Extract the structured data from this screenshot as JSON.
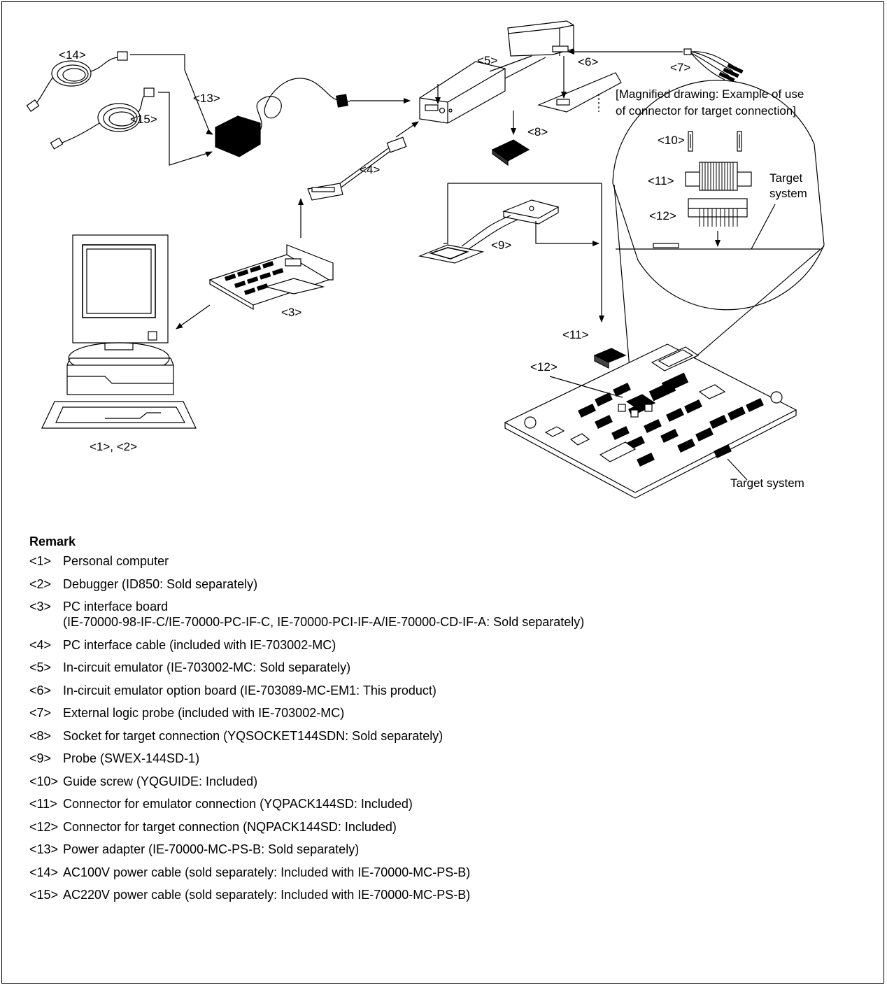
{
  "diagram": {
    "labels": {
      "l1_2": "<1>, <2>",
      "l3": "<3>",
      "l4": "<4>",
      "l5": "<5>",
      "l6": "<6>",
      "l7": "<7>",
      "l8": "<8>",
      "l9": "<9>",
      "l10": "<10>",
      "l11a": "<11>",
      "l12a": "<12>",
      "l11b": "<11>",
      "l12b": "<12>",
      "l13": "<13>",
      "l14": "<14>",
      "l15": "<15>"
    },
    "magnified_caption_line1": "[Magnified drawing: Example of use",
    "magnified_caption_line2": "of connector for target connection]",
    "target_system_inset_line1": "Target",
    "target_system_inset_line2": "system",
    "target_system_label": "Target system"
  },
  "remarks": {
    "heading": "Remark",
    "items": [
      {
        "num": "<1>",
        "text": "Personal computer"
      },
      {
        "num": "<2>",
        "text": "Debugger (ID850: Sold separately)"
      },
      {
        "num": "<3>",
        "text": "PC interface board\n(IE-70000-98-IF-C/IE-70000-PC-IF-C, IE-70000-PCI-IF-A/IE-70000-CD-IF-A: Sold separately)"
      },
      {
        "num": "<4>",
        "text": "PC interface cable (included with IE-703002-MC)"
      },
      {
        "num": "<5>",
        "text": "In-circuit emulator (IE-703002-MC:  Sold separately)"
      },
      {
        "num": "<6>",
        "text": "In-circuit emulator option board (IE-703089-MC-EM1: This product)"
      },
      {
        "num": "<7>",
        "text": "External logic probe (included with IE-703002-MC)"
      },
      {
        "num": "<8>",
        "text": "Socket for target connection (YQSOCKET144SDN: Sold separately)"
      },
      {
        "num": "<9>",
        "text": "Probe (SWEX-144SD-1)"
      },
      {
        "num": "<10>",
        "text": "Guide screw (YQGUIDE: Included)"
      },
      {
        "num": "<11>",
        "text": "Connector for emulator connection (YQPACK144SD: Included)"
      },
      {
        "num": "<12>",
        "text": "Connector for target connection (NQPACK144SD: Included)"
      },
      {
        "num": "<13>",
        "text": "Power adapter (IE-70000-MC-PS-B: Sold separately)"
      },
      {
        "num": "<14>",
        "text": "AC100V power cable (sold separately: Included with IE-70000-MC-PS-B)"
      },
      {
        "num": "<15>",
        "text": "AC220V power cable (sold separately: Included with IE-70000-MC-PS-B)"
      }
    ]
  }
}
